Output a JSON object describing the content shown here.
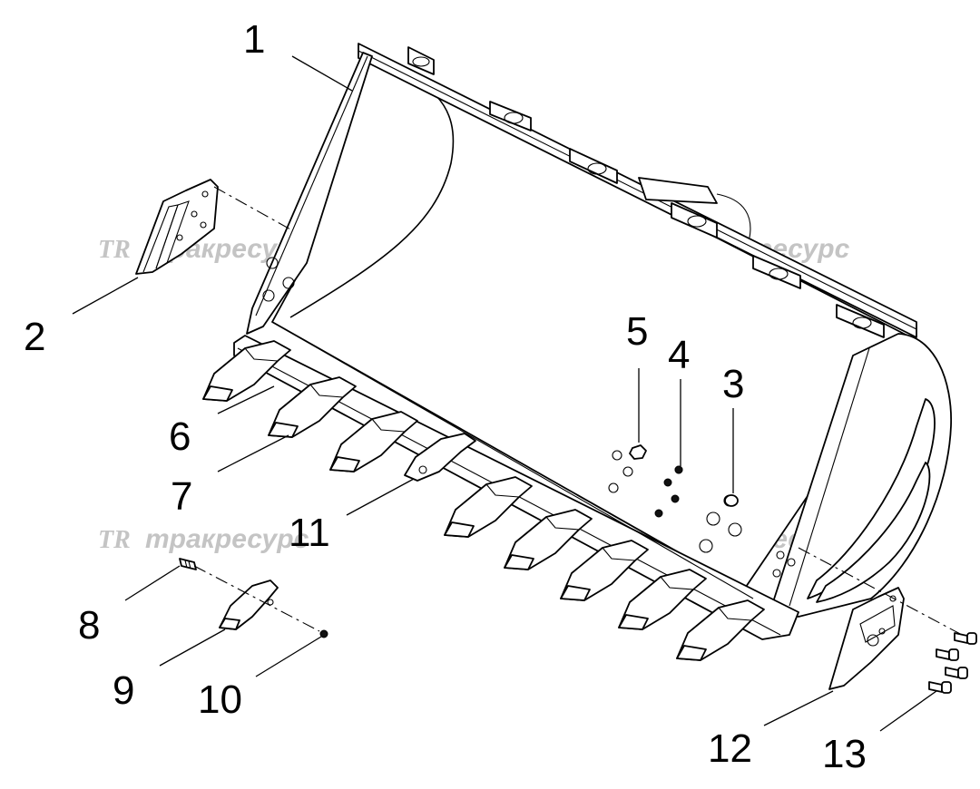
{
  "callouts": [
    {
      "id": "1",
      "label": "1"
    },
    {
      "id": "2",
      "label": "2"
    },
    {
      "id": "3",
      "label": "3"
    },
    {
      "id": "4",
      "label": "4"
    },
    {
      "id": "5",
      "label": "5"
    },
    {
      "id": "6",
      "label": "6"
    },
    {
      "id": "7",
      "label": "7"
    },
    {
      "id": "8",
      "label": "8"
    },
    {
      "id": "9",
      "label": "9"
    },
    {
      "id": "10",
      "label": "10"
    },
    {
      "id": "11",
      "label": "11"
    },
    {
      "id": "12",
      "label": "12"
    },
    {
      "id": "13",
      "label": "13"
    }
  ],
  "watermark": {
    "logo": "TR",
    "text": "тракресурс",
    "color": "#c4c4c4"
  },
  "colors": {
    "line": "#000000",
    "background": "#ffffff"
  }
}
